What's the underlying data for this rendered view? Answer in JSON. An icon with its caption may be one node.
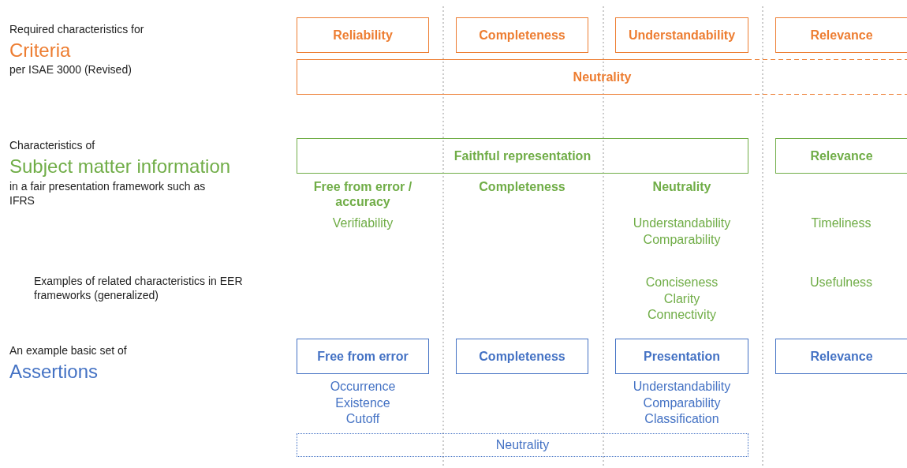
{
  "diagram": {
    "nodes": [
      {
        "text": [
          "Reliability"
        ]
      },
      {
        "text": [
          "Completeness"
        ]
      },
      {
        "text": [
          "Understandability"
        ]
      },
      {
        "text": [
          "Relevance"
        ]
      },
      {
        "text": [
          "Neutrality"
        ]
      },
      {
        "text": [
          "Faithful representation"
        ]
      },
      {
        "text": [
          "Relevance"
        ]
      },
      {
        "text": [
          "Free from error"
        ]
      },
      {
        "text": [
          "Completeness"
        ]
      },
      {
        "text": [
          "Presentation"
        ]
      },
      {
        "text": [
          "Relevance"
        ]
      },
      {
        "text": [
          "Neutrality"
        ]
      }
    ],
    "labels": [
      "Required characteristics for",
      "Criteria",
      "per ISAE 3000 (Revised)",
      "Characteristics of",
      "Subject matter information",
      "in a fair presentation framework such as IFRS",
      "Free from error / accuracy",
      "Completeness",
      "Neutrality",
      "Verifiability",
      "Understandability",
      "Comparability",
      "Timeliness",
      "Examples of related characteristics in EER frameworks (generalized)",
      "Conciseness",
      "Clarity",
      "Connectivity",
      "Usefulness",
      "An example basic set of",
      "Assertions",
      "Occurrence",
      "Existence",
      "Cutoff",
      "Understandability",
      "Comparability",
      "Classification"
    ]
  }
}
